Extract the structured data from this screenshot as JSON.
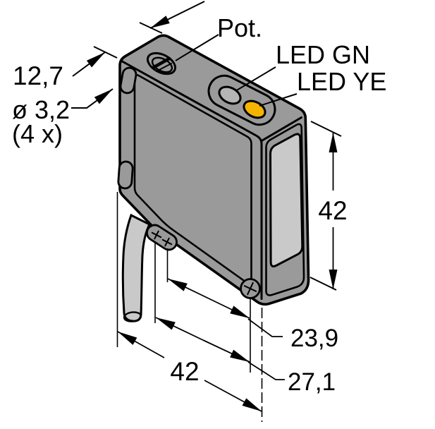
{
  "drawing": {
    "type": "technical-dimension-drawing",
    "subject": "photoelectric sensor, isometric view with cable",
    "callouts": {
      "pot": "Pot.",
      "led_gn": "LED GN",
      "led_ye": "LED YE"
    },
    "dims": {
      "depth": "12,7",
      "hole_diameter": "ø 3,2",
      "hole_qty": "(4 x)",
      "height": "42",
      "width": "42",
      "axis_a": "23,9",
      "axis_b": "27,1"
    },
    "colors": {
      "body": "#9a9a9a",
      "light": "#c9c9c9",
      "led_gn": "#b5b5b5",
      "led_ye": "#f5b400",
      "ink": "#000000",
      "bg": "#ffffff"
    }
  }
}
